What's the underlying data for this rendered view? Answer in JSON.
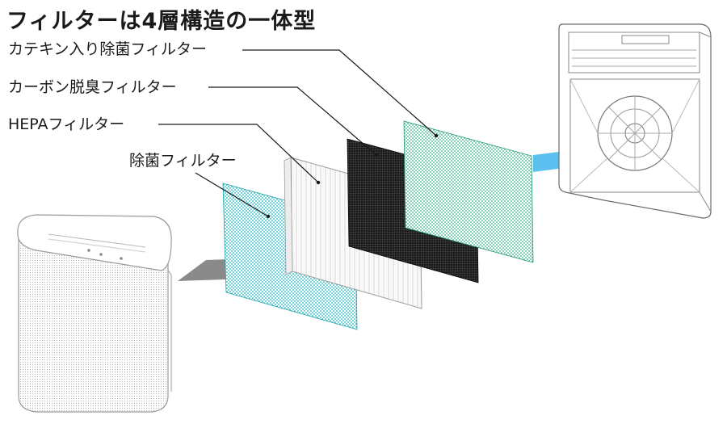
{
  "title": "フィルターは4層構造の一体型",
  "labels": {
    "catechin": "カテキン入り除菌フィルター",
    "carbon": "カーボン脱臭フィルター",
    "hepa": "HEPAフィルター",
    "antibac": "除菌フィルター"
  },
  "colors": {
    "teal_dots": "#14b2bc",
    "green_dots": "#2fae80",
    "carbon_dots": "#0c0c0c",
    "airflow_arrow": "#5bc0f0",
    "intake_arrow": "#8a8a8a"
  }
}
